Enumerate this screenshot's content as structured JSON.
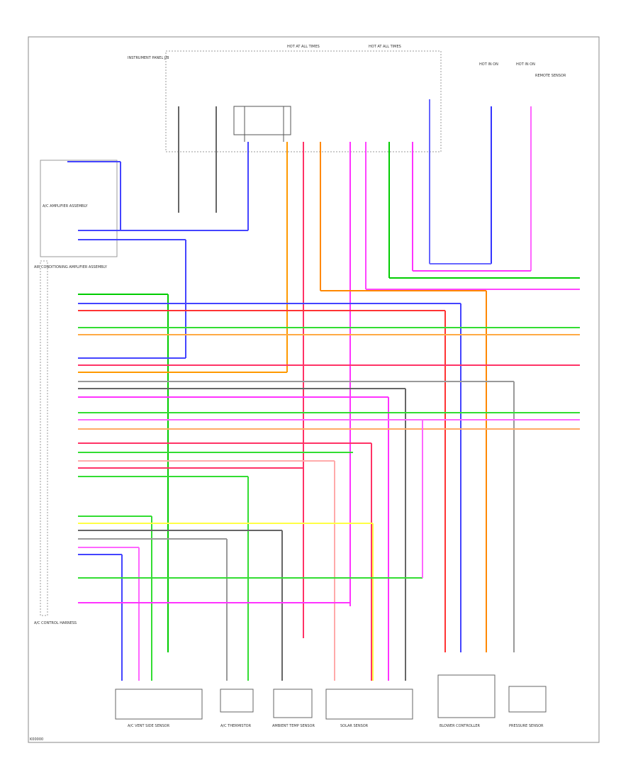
{
  "labels": {
    "top_left_block": "INSTRUMENT PANEL J/B",
    "hot_at_all_times_1": "HOT AT ALL TIMES",
    "hot_at_all_times_2": "HOT AT ALL TIMES",
    "hot_in_on_1": "HOT IN ON",
    "hot_in_on_2": "HOT IN ON",
    "left_component": "A/C AMPLIFIER ASSEMBLY",
    "ecu_label": "AIR CONDITIONING AMPLIFIER ASSEMBLY",
    "harness_label": "A/C CONTROL HARNESS",
    "bottom_left_code": "K00000",
    "sensor_top_right": "REMOTE SENSOR"
  },
  "bottom_components": [
    {
      "name": "A/C VENT SIDE",
      "caption": "A/C VENT SIDE SENSOR"
    },
    {
      "name": "A/C THERMISTOR",
      "caption": "A/C THERMISTOR"
    },
    {
      "name": "AMBIENT TEMPERATURE SENSOR",
      "caption": "AMBIENT TEMP SENSOR"
    },
    {
      "name": "SOLAR SENSOR",
      "caption": "SOLAR SENSOR"
    },
    {
      "name": "BLOWER MOTOR CONTROLLER",
      "caption": "BLOWER CONTROLLER"
    },
    {
      "name": "A/C PRESSURE SENSOR",
      "caption": "PRESSURE SENSOR"
    }
  ]
}
